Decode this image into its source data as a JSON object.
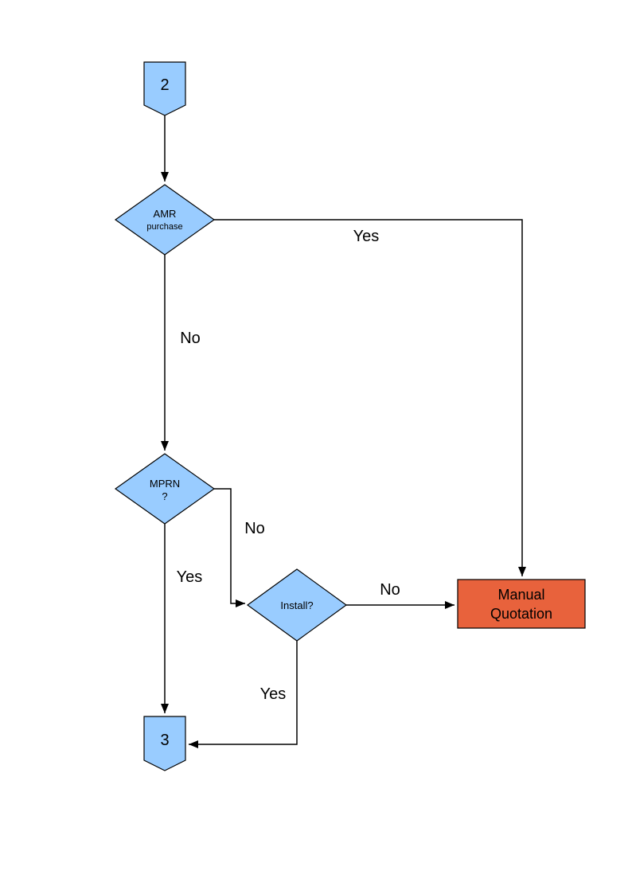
{
  "diagram": {
    "type": "flowchart",
    "colors": {
      "background": "#ffffff",
      "node_fill": "#99ccff",
      "node_border": "#000000",
      "manual_fill": "#e8623c",
      "line": "#000000",
      "text": "#000000"
    },
    "nodes": {
      "connector_2": {
        "type": "off-page-connector",
        "label": "2"
      },
      "amr": {
        "type": "decision",
        "line1": "AMR",
        "line2": "purchase"
      },
      "mprn": {
        "type": "decision",
        "line1": "MPRN",
        "line2": "?"
      },
      "install": {
        "type": "decision",
        "label": "Install?"
      },
      "manual_quotation": {
        "type": "process",
        "line1": "Manual",
        "line2": "Quotation"
      },
      "connector_3": {
        "type": "off-page-connector",
        "label": "3"
      }
    },
    "edge_labels": {
      "amr_yes": "Yes",
      "amr_no": "No",
      "mprn_no": "No",
      "mprn_yes": "Yes",
      "install_no": "No",
      "install_yes": "Yes"
    }
  }
}
